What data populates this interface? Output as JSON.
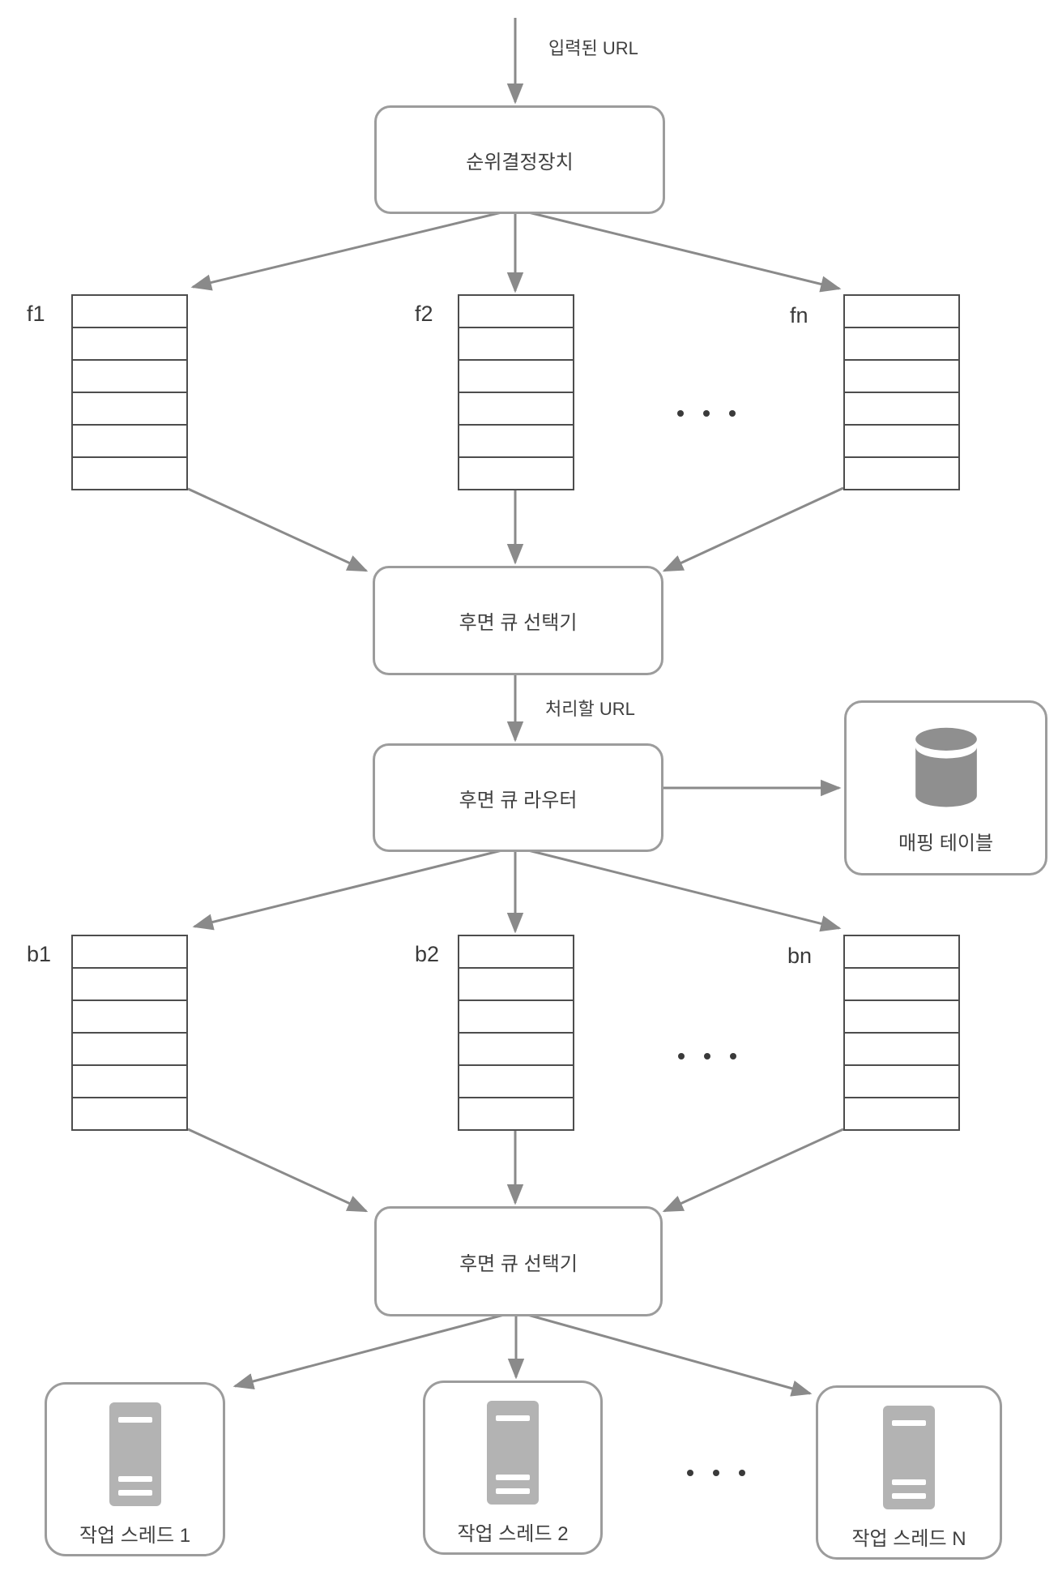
{
  "nodes": {
    "input_url_label": "입력된 URL",
    "prioritizer": "순위결정장치",
    "front_selector": "후면 큐 선택기",
    "url_to_process_label": "처리할 URL",
    "back_queue_router": "후면 큐 라우터",
    "mapping_table": "매핑 테이블",
    "back_selector": "후면 큐 선택기",
    "workers": {
      "w1": "작업 스레드 1",
      "w2": "작업 스레드 2",
      "wn": "작업 스레드 N"
    }
  },
  "queues": {
    "front": {
      "f1": "f1",
      "f2": "f2",
      "fn": "fn",
      "rows": 6
    },
    "back": {
      "b1": "b1",
      "b2": "b2",
      "bn": "bn",
      "rows": 6
    }
  },
  "colors": {
    "arrow": "#8a8a8a",
    "box_border": "#9c9c9c",
    "queue_border": "#4d4d4d",
    "icon_gray": "#b3b3b3",
    "db_gray": "#8f8f8f",
    "text": "#3f3f3f"
  }
}
